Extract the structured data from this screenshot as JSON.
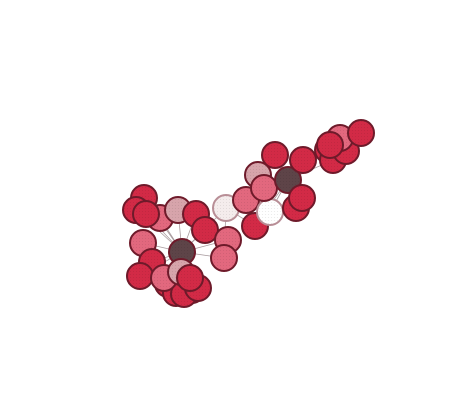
{
  "graph": {
    "palette": {
      "hub": "#5e4448",
      "deep": "#d22a46",
      "medium": "#e2687e",
      "soft": "#d7a4ab",
      "pale": "#f4ecec",
      "white": "#ffffff",
      "stroke": "#6e1a2a",
      "edge": "#9a8a8e"
    },
    "nodes": [
      {
        "id": "n1",
        "tone": "deep"
      },
      {
        "id": "n2",
        "tone": "deep"
      },
      {
        "id": "n3",
        "tone": "medium"
      },
      {
        "id": "n4",
        "tone": "deep"
      },
      {
        "id": "n5",
        "tone": "soft"
      },
      {
        "id": "n6",
        "tone": "deep"
      },
      {
        "id": "n7",
        "tone": "deep"
      },
      {
        "id": "n8",
        "tone": "medium"
      },
      {
        "id": "n9",
        "tone": "deep"
      },
      {
        "id": "n10",
        "tone": "deep"
      },
      {
        "id": "n11",
        "tone": "deep"
      },
      {
        "id": "n12",
        "tone": "deep"
      },
      {
        "id": "n13",
        "tone": "deep"
      },
      {
        "id": "n14",
        "tone": "deep"
      },
      {
        "id": "n15",
        "tone": "medium"
      },
      {
        "id": "n16",
        "tone": "hub"
      },
      {
        "id": "n17",
        "tone": "soft"
      },
      {
        "id": "n18",
        "tone": "deep"
      },
      {
        "id": "n19",
        "tone": "deep"
      },
      {
        "id": "n20",
        "tone": "medium"
      },
      {
        "id": "n21",
        "tone": "medium"
      },
      {
        "id": "n22",
        "tone": "pale"
      },
      {
        "id": "n23",
        "tone": "medium"
      },
      {
        "id": "n24",
        "tone": "deep"
      },
      {
        "id": "n25",
        "tone": "white"
      },
      {
        "id": "n26",
        "tone": "soft"
      },
      {
        "id": "n27",
        "tone": "medium"
      },
      {
        "id": "n28",
        "tone": "deep"
      },
      {
        "id": "n29",
        "tone": "deep"
      },
      {
        "id": "n30",
        "tone": "hub"
      },
      {
        "id": "n31",
        "tone": "deep"
      },
      {
        "id": "n32",
        "tone": "deep"
      },
      {
        "id": "n33",
        "tone": "deep"
      },
      {
        "id": "n34",
        "tone": "deep"
      },
      {
        "id": "n35",
        "tone": "deep"
      },
      {
        "id": "n36",
        "tone": "medium"
      },
      {
        "id": "n37",
        "tone": "deep"
      },
      {
        "id": "n38",
        "tone": "deep"
      }
    ],
    "edges": [
      [
        "n16",
        "n1"
      ],
      [
        "n16",
        "n2"
      ],
      [
        "n16",
        "n3"
      ],
      [
        "n16",
        "n4"
      ],
      [
        "n16",
        "n5"
      ],
      [
        "n16",
        "n6"
      ],
      [
        "n16",
        "n7"
      ],
      [
        "n16",
        "n8"
      ],
      [
        "n16",
        "n9"
      ],
      [
        "n16",
        "n10"
      ],
      [
        "n16",
        "n11"
      ],
      [
        "n16",
        "n12"
      ],
      [
        "n16",
        "n13"
      ],
      [
        "n16",
        "n14"
      ],
      [
        "n16",
        "n15"
      ],
      [
        "n16",
        "n17"
      ],
      [
        "n16",
        "n18"
      ],
      [
        "n16",
        "n19"
      ],
      [
        "n16",
        "n20"
      ],
      [
        "n16",
        "n21"
      ],
      [
        "n16",
        "n22"
      ],
      [
        "n22",
        "n23"
      ],
      [
        "n23",
        "n25"
      ],
      [
        "n23",
        "n26"
      ],
      [
        "n26",
        "n27"
      ],
      [
        "n27",
        "n30"
      ],
      [
        "n30",
        "n28"
      ],
      [
        "n30",
        "n29"
      ],
      [
        "n30",
        "n31"
      ],
      [
        "n30",
        "n32"
      ],
      [
        "n30",
        "n33"
      ],
      [
        "n30",
        "n34"
      ],
      [
        "n30",
        "n24"
      ],
      [
        "n30",
        "n25"
      ],
      [
        "n33",
        "n35"
      ],
      [
        "n35",
        "n36"
      ],
      [
        "n36",
        "n37"
      ],
      [
        "n37",
        "n38"
      ],
      [
        "n22",
        "n24"
      ],
      [
        "n21",
        "n22"
      ]
    ]
  }
}
